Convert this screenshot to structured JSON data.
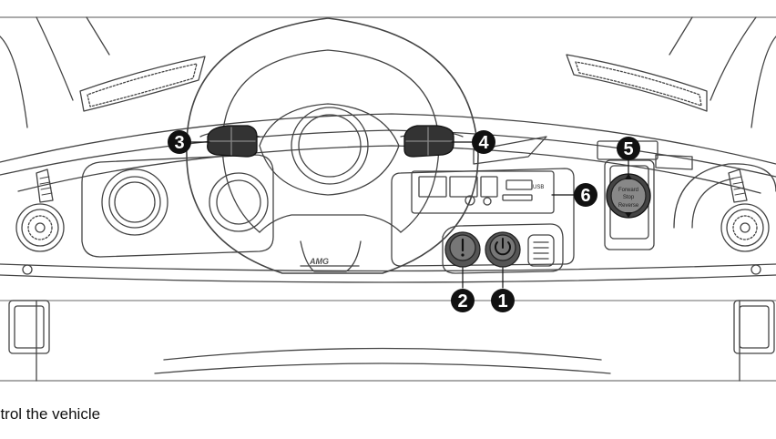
{
  "caption": "ntrol the vehicle",
  "colors": {
    "line": "#444444",
    "badge": "#111111",
    "badge_text": "#ffffff"
  },
  "steering": {
    "logo": "AMG"
  },
  "switch": {
    "top": "Forward",
    "middle": "Stop",
    "bottom": "Reverse"
  },
  "callouts": {
    "c1": "1",
    "c2": "2",
    "c3": "3",
    "c4": "4",
    "c5": "5",
    "c6": "6"
  },
  "icons": {
    "power_button": "power-icon",
    "horn_button": "exclamation-icon",
    "media_panel": "usb-icon"
  }
}
